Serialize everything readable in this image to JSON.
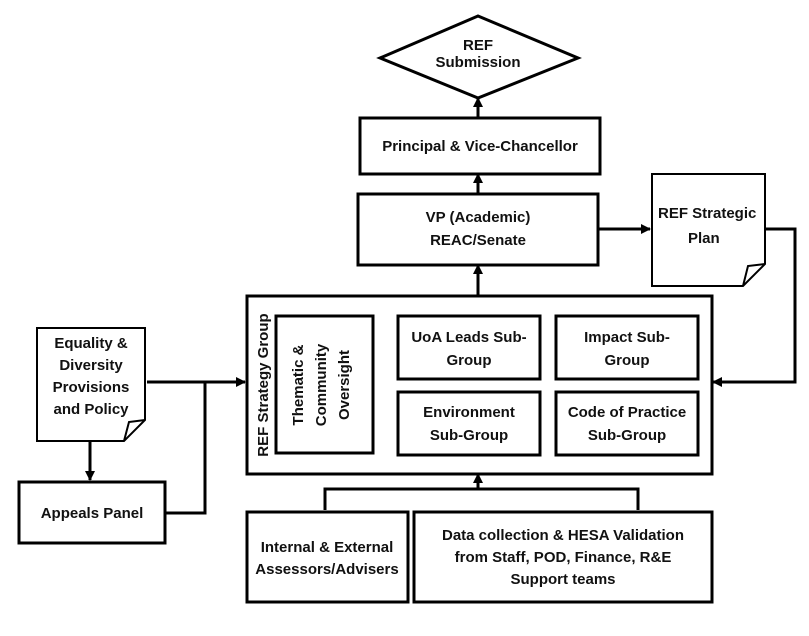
{
  "nodes": {
    "submission": [
      "REF",
      "Submission"
    ],
    "principal": [
      "Principal & Vice-Chancellor"
    ],
    "vp": [
      "VP (Academic)",
      "REAC/Senate"
    ],
    "plan": [
      "REF Strategic",
      "Plan"
    ],
    "strategy_group": [
      "REF Strategy Group"
    ],
    "thematic": [
      "Thematic &",
      "Community",
      "Oversight"
    ],
    "uoa": [
      "UoA Leads Sub-",
      "Group"
    ],
    "impact": [
      "Impact Sub-",
      "Group"
    ],
    "environment": [
      "Environment",
      "Sub-Group"
    ],
    "code": [
      "Code of Practice",
      "Sub-Group"
    ],
    "equality": [
      "Equality &",
      "Diversity",
      "Provisions",
      "and Policy"
    ],
    "appeals": [
      "Appeals Panel"
    ],
    "assessors": [
      "Internal & External",
      "Assessors/Advisers"
    ],
    "data": [
      "Data collection & HESA Validation",
      "from Staff, POD, Finance, R&E",
      "Support teams"
    ]
  },
  "colors": {
    "stroke": "#000000",
    "fill": "#ffffff",
    "text": "#111111"
  }
}
